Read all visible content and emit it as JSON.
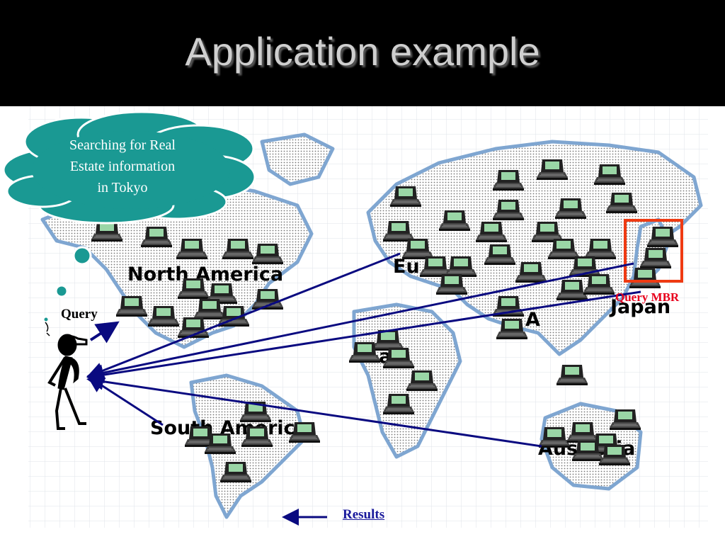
{
  "slide": {
    "title": "Application example"
  },
  "thought_bubble": {
    "text_lines": [
      "Searching for Real",
      "Estate information",
      "in Tokyo"
    ],
    "color": "#1a9993"
  },
  "labels": {
    "query": "Query",
    "query_mbr": "Query MBR",
    "results": "Results"
  },
  "regions": {
    "north_america": "North America",
    "europe": "Eu",
    "south_america": "South America",
    "japan": "Japan",
    "asia": "A",
    "australia": "Australia",
    "africa": "a"
  },
  "colors": {
    "header_bg": "#000000",
    "title_text": "#cfcfcf",
    "arrow": "#0a0a80",
    "mbr_box": "#ef3a12",
    "mbr_label": "#e8001c",
    "map_land": "#d9e6f2",
    "map_coast": "#7fa6d1"
  },
  "icons": [
    "laptop-computer-icon",
    "thinking-person-figure"
  ]
}
